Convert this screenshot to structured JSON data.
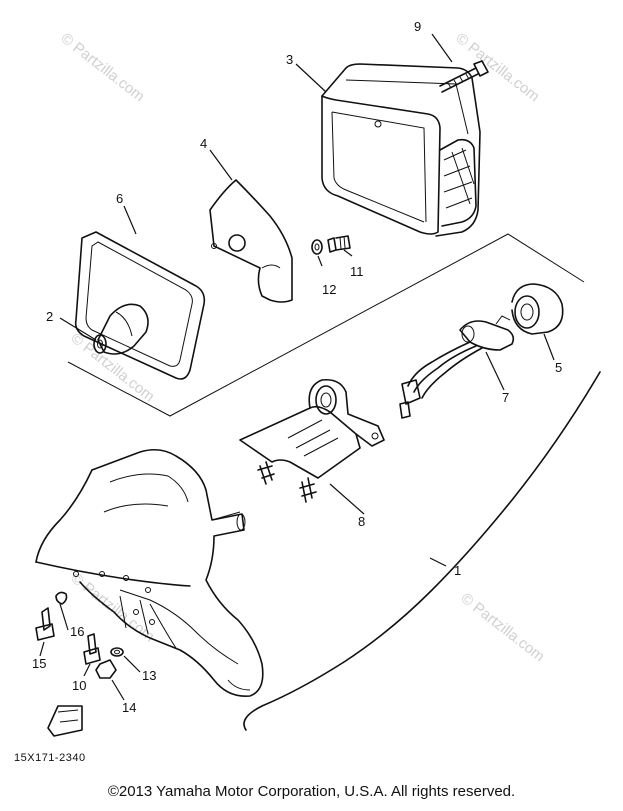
{
  "diagram": {
    "drawing_code": "15X171-2340",
    "copyright": "©2013  Yamaha Motor Corporation, U.S.A. All rights reserved.",
    "watermark": "© Partzilla.com",
    "callouts": [
      {
        "id": "c1",
        "label": "1"
      },
      {
        "id": "c2",
        "label": "2"
      },
      {
        "id": "c3",
        "label": "3"
      },
      {
        "id": "c4",
        "label": "4"
      },
      {
        "id": "c5",
        "label": "5"
      },
      {
        "id": "c6",
        "label": "6"
      },
      {
        "id": "c7",
        "label": "7"
      },
      {
        "id": "c8",
        "label": "8"
      },
      {
        "id": "c9",
        "label": "9"
      },
      {
        "id": "c10",
        "label": "10"
      },
      {
        "id": "c11",
        "label": "11"
      },
      {
        "id": "c12",
        "label": "12"
      },
      {
        "id": "c13",
        "label": "13"
      },
      {
        "id": "c14",
        "label": "14"
      },
      {
        "id": "c15",
        "label": "15"
      },
      {
        "id": "c16",
        "label": "16"
      }
    ]
  }
}
